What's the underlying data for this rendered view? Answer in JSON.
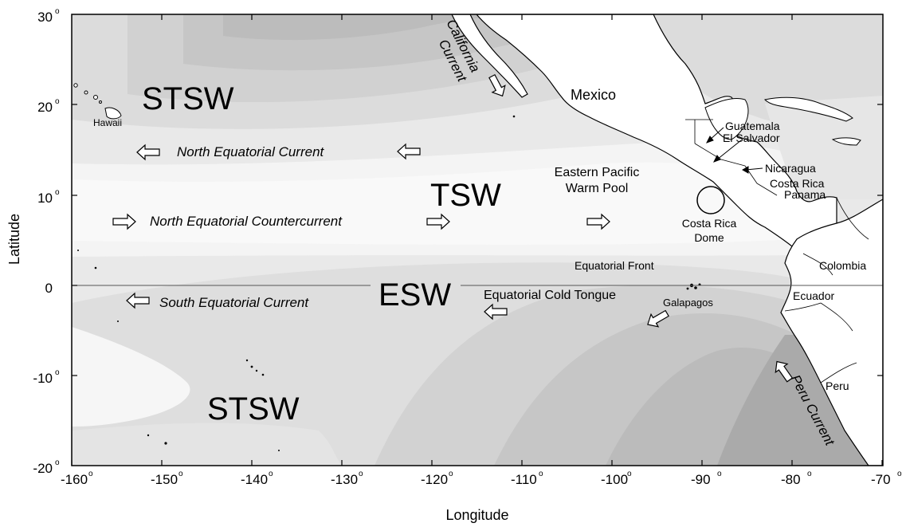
{
  "axes": {
    "x_title": "Longitude",
    "y_title": "Latitude",
    "x_ticks": [
      "-160",
      "-150",
      "-140",
      "-130",
      "-120",
      "-110",
      "-100",
      "-90",
      "-80",
      "-70"
    ],
    "y_ticks": [
      "30",
      "20",
      "10",
      "0",
      "-10",
      "-20"
    ],
    "degree_symbol": "o"
  },
  "water_masses": {
    "stsw_north": "STSW",
    "tsw": "TSW",
    "esw": "ESW",
    "stsw_south": "STSW"
  },
  "currents": {
    "california_current": "California Current",
    "north_equatorial_current": "North Equatorial Current",
    "north_equatorial_countercurrent": "North Equatorial Countercurrent",
    "south_equatorial_current": "South Equatorial Current",
    "peru_current": "Peru Current"
  },
  "features": {
    "warm_pool_line1": "Eastern Pacific",
    "warm_pool_line2": "Warm Pool",
    "dome_line1": "Costa Rica",
    "dome_line2": "Dome",
    "equatorial_front": "Equatorial Front",
    "cold_tongue": "Equatorial Cold Tongue"
  },
  "places": {
    "hawaii": "Hawaii",
    "mexico": "Mexico",
    "guatemala": "Guatemala",
    "el_salvador": "El Salvador",
    "nicaragua": "Nicaragua",
    "costa_rica": "Costa Rica",
    "panama": "Panama",
    "colombia": "Colombia",
    "ecuador": "Ecuador",
    "peru": "Peru",
    "galapagos": "Galapagos"
  }
}
